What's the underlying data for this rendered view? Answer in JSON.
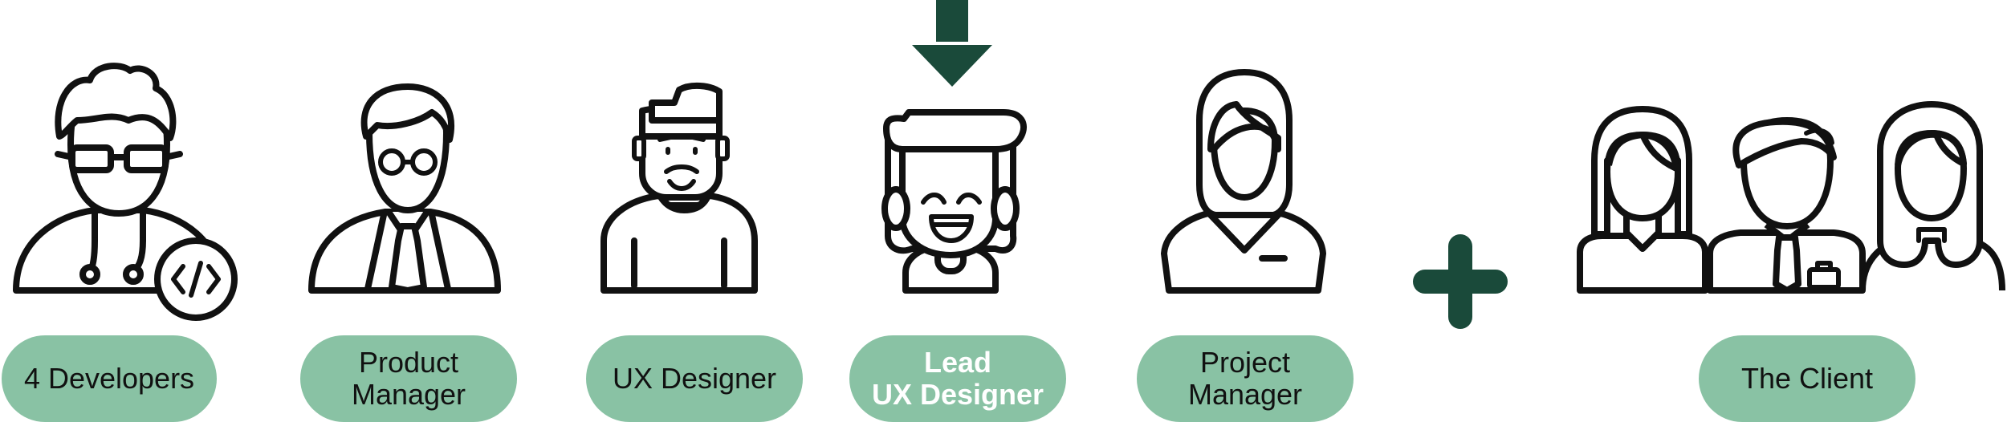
{
  "colors": {
    "pill": "#89c2a4",
    "accent": "#1a4a3a",
    "outline": "#111111"
  },
  "roles": [
    {
      "label": [
        "4 Developers"
      ],
      "icon": "developer-icon"
    },
    {
      "label": [
        "Product",
        "Manager"
      ],
      "icon": "product-manager-icon"
    },
    {
      "label": [
        "UX Designer"
      ],
      "icon": "ux-designer-icon"
    },
    {
      "label": [
        "Lead",
        "UX Designer"
      ],
      "icon": "lead-ux-designer-icon",
      "highlighted": true
    },
    {
      "label": [
        "Project",
        "Manager"
      ],
      "icon": "project-manager-icon"
    },
    {
      "label": [
        "The Client"
      ],
      "icon": "client-group-icon"
    }
  ],
  "markers": {
    "arrow": "down-arrow-icon",
    "plus": "plus-icon"
  }
}
